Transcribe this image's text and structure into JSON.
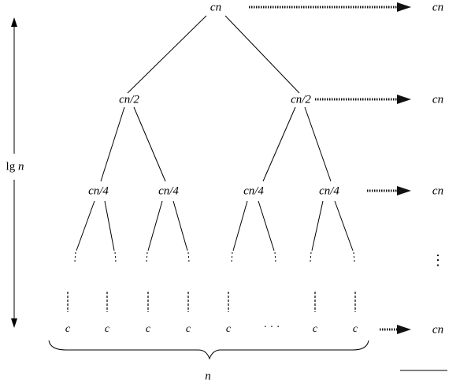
{
  "tree": {
    "root": "cn",
    "level1": [
      "cn/2",
      "cn/2"
    ],
    "level2": [
      "cn/4",
      "cn/4",
      "cn/4",
      "cn/4"
    ],
    "leaves": [
      "c",
      "c",
      "c",
      "c",
      "c",
      "· · ·",
      "c",
      "c"
    ]
  },
  "row_sums": [
    "cn",
    "cn",
    "cn",
    "⋮",
    "cn"
  ],
  "height_label": {
    "prefix": "lg",
    "var": "n"
  },
  "width_label": "n",
  "colors": {
    "ink": "#000000",
    "arrow": "#111111",
    "background": "#ffffff"
  }
}
